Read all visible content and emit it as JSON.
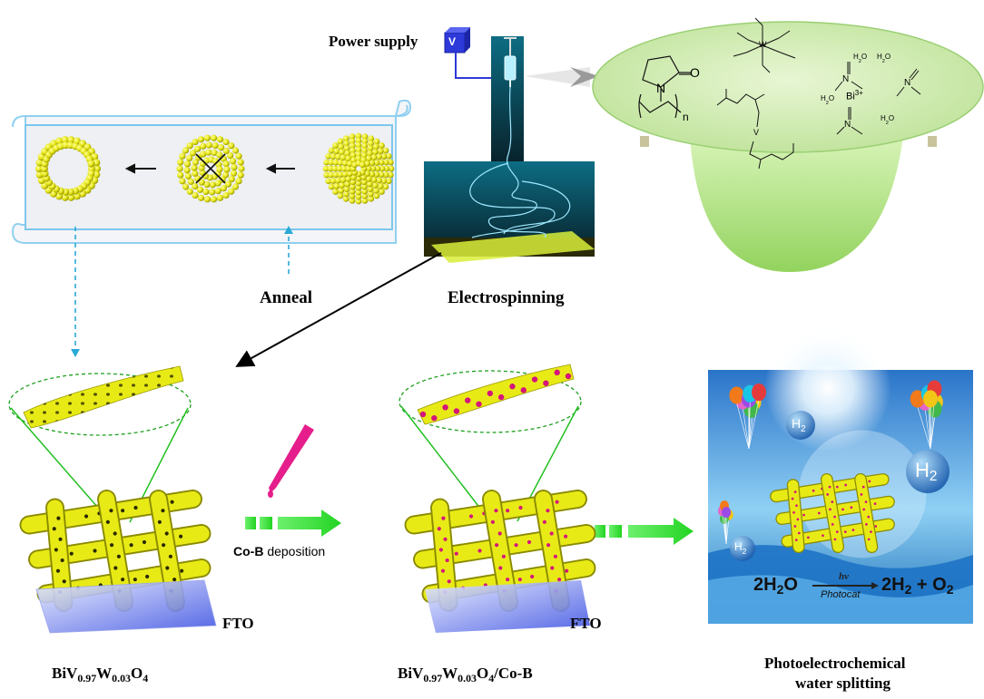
{
  "labels": {
    "power_supply": "Power  supply",
    "voltmeter": "V",
    "anneal": "Anneal",
    "electrospinning": "Electrospinning",
    "deposition_prefix": "Co-B",
    "deposition_suffix": " deposition",
    "fto_left": "FTO",
    "fto_mid": "FTO",
    "pec_line1": "Photoelectrochemical",
    "pec_line2": "water splitting"
  },
  "formulas": {
    "bvw": {
      "bi": "BiV",
      "v_sub": "0.97",
      "w": "W",
      "w_sub": "0.03",
      "o": "O",
      "o_sub": "4",
      "suffix": ""
    },
    "bvw_cob": {
      "bi": "BiV",
      "v_sub": "0.97",
      "w": "W",
      "w_sub": "0.03",
      "o": "O",
      "o_sub": "4",
      "suffix": "/Co-B"
    }
  },
  "chemistry": {
    "oxygen": "O",
    "nitrogen": "N",
    "repeat_n": "n",
    "tungsten": "W",
    "vanadium": "V",
    "bismuth_ion": "Bi",
    "bismuth_charge": "3+",
    "water": "H",
    "water_sub": "2",
    "water_o": "O",
    "nitrate_plus": "N",
    "nitrate_minus": "O"
  },
  "photo": {
    "h2_bubble_large": "H",
    "h2_bubble_small": "H",
    "h2_bubble_left": "H",
    "h2_sub": "2",
    "reaction_left": "2H",
    "reaction_left_sub": "2",
    "reaction_left_o": "O",
    "reaction_right": "2H",
    "reaction_right_sub": "2",
    "reaction_right_tail": " + O",
    "reaction_right_sub2": "2",
    "hv": "hν",
    "photocat": "Photocat"
  },
  "colors": {
    "nanofiber_yellow": "#e6e619",
    "cobalt_boron_magenta": "#d4157a",
    "process_arrow_green": "#3fe83f",
    "bowl_green": "#a8e27c",
    "dashed_blue": "#2aa9d6",
    "fto_blue": "#4b5de6"
  },
  "icons": [
    "power-supply-icon",
    "syringe-icon",
    "pipette-icon",
    "balloon-icon",
    "sun-icon"
  ]
}
